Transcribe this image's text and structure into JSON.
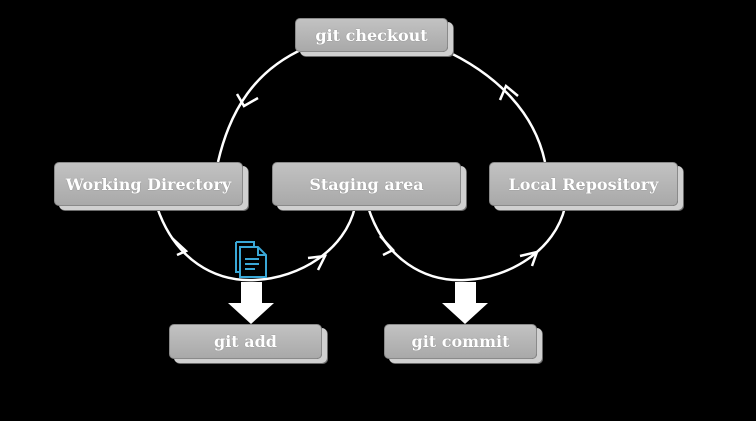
{
  "nodes": {
    "checkout": "git checkout",
    "working_directory": "Working Directory",
    "staging_area": "Staging area",
    "local_repository": "Local Repository",
    "add": "git add",
    "commit": "git commit"
  },
  "icons": {
    "file": "document-icon"
  },
  "colors": {
    "background": "#000000",
    "box_fill": "#b5b5b5",
    "box_shadow": "#d0d0d0",
    "lines": "#ffffff",
    "icon": "#3aa8d8"
  }
}
